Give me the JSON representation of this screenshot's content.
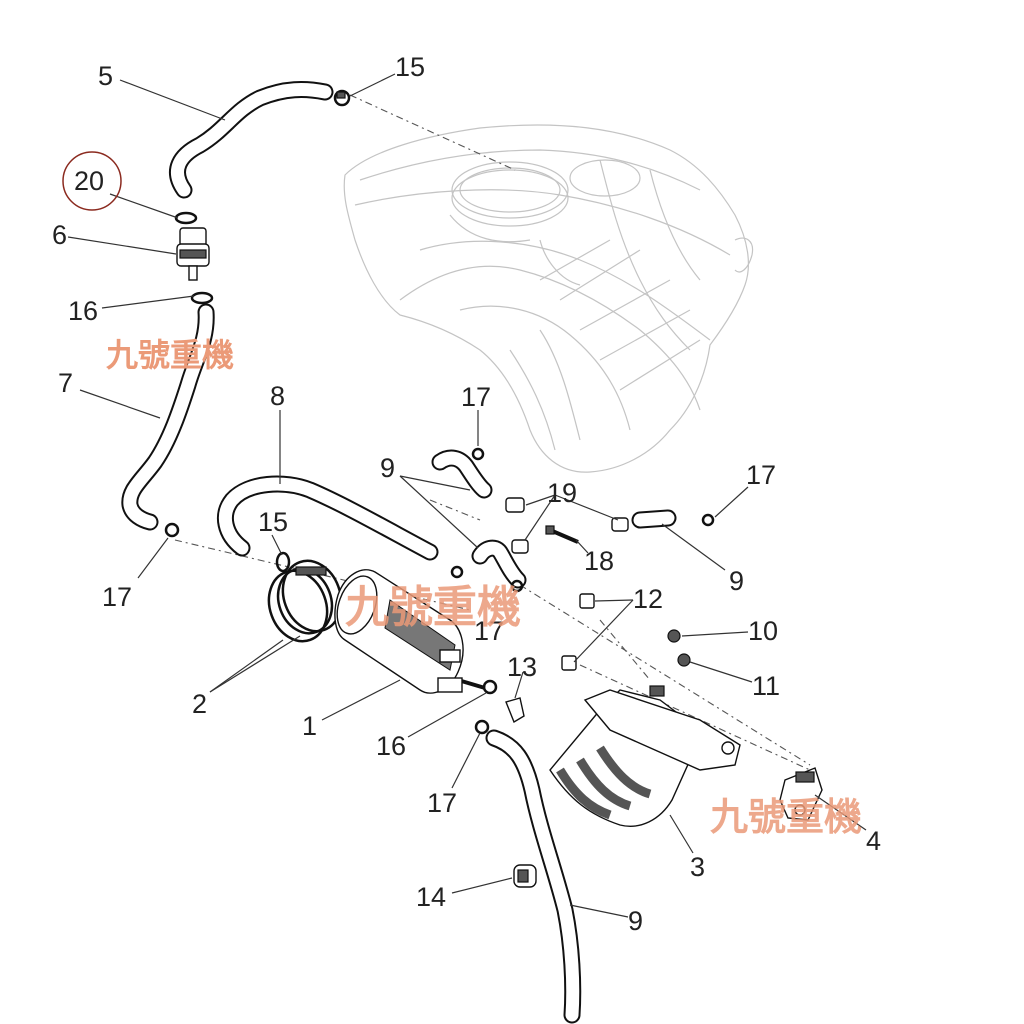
{
  "diagram": {
    "callouts": [
      {
        "id": "c5",
        "text": "5"
      },
      {
        "id": "c15a",
        "text": "15"
      },
      {
        "id": "c20",
        "text": "20"
      },
      {
        "id": "c6",
        "text": "6"
      },
      {
        "id": "c16a",
        "text": "16"
      },
      {
        "id": "c7",
        "text": "7"
      },
      {
        "id": "c8",
        "text": "8"
      },
      {
        "id": "c17a",
        "text": "17"
      },
      {
        "id": "c9a",
        "text": "9"
      },
      {
        "id": "c19",
        "text": "19"
      },
      {
        "id": "c17b",
        "text": "17"
      },
      {
        "id": "c15b",
        "text": "15"
      },
      {
        "id": "c17c",
        "text": "17"
      },
      {
        "id": "c18",
        "text": "18"
      },
      {
        "id": "c9b",
        "text": "9"
      },
      {
        "id": "c12",
        "text": "12"
      },
      {
        "id": "c17d",
        "text": "17"
      },
      {
        "id": "c10",
        "text": "10"
      },
      {
        "id": "c13",
        "text": "13"
      },
      {
        "id": "c11",
        "text": "11"
      },
      {
        "id": "c2",
        "text": "2"
      },
      {
        "id": "c1",
        "text": "1"
      },
      {
        "id": "c16b",
        "text": "16"
      },
      {
        "id": "c17e",
        "text": "17"
      },
      {
        "id": "c4",
        "text": "4"
      },
      {
        "id": "c3",
        "text": "3"
      },
      {
        "id": "c14",
        "text": "14"
      },
      {
        "id": "c9c",
        "text": "9"
      }
    ],
    "watermarks": [
      "九號重機",
      "九號重機",
      "九號重機"
    ],
    "highlight_color": "#8b2a1f",
    "watermark_color": "#eb9a78"
  }
}
